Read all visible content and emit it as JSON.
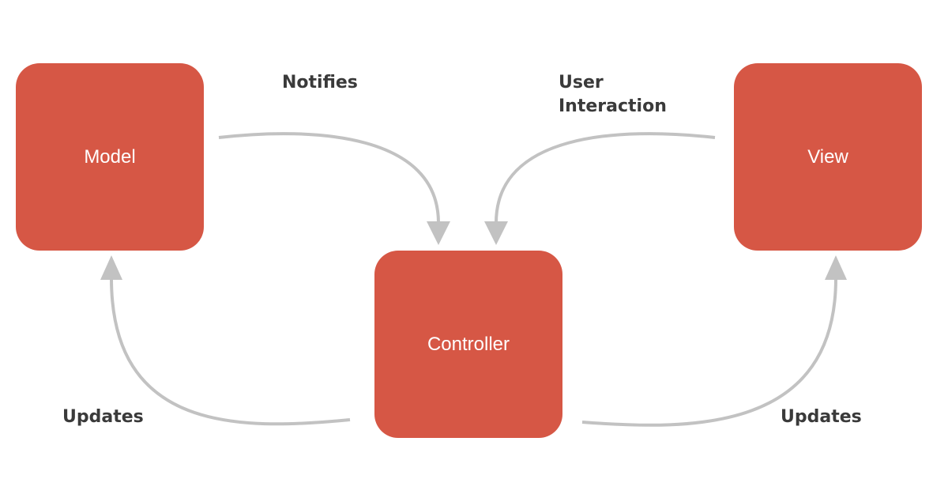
{
  "nodes": {
    "model": "Model",
    "controller": "Controller",
    "view": "View"
  },
  "edges": {
    "notifies": "Notifies",
    "user_interaction_line1": "User",
    "user_interaction_line2": "Interaction",
    "updates_model": "Updates",
    "updates_view": "Updates"
  },
  "colors": {
    "node_fill": "#d65745",
    "arrow": "#c2c2c2",
    "label": "#3a3a3a"
  }
}
